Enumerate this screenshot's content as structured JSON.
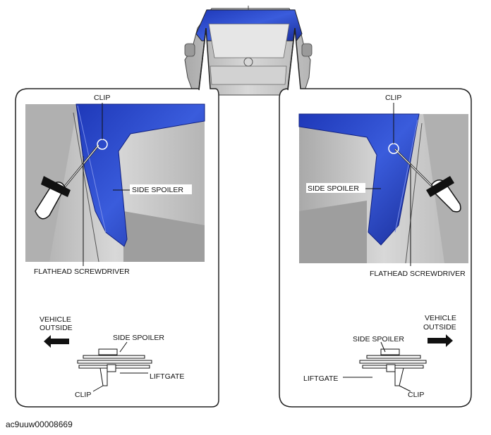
{
  "caption": "ac9uuw00008669",
  "left_panel": {
    "clip_label": "CLIP",
    "spoiler_label": "SIDE SPOILER",
    "screwdriver_label": "FLATHEAD SCREWDRIVER",
    "direction_label_1": "VEHICLE",
    "direction_label_2": "OUTSIDE",
    "section_spoiler_label": "SIDE SPOILER",
    "section_liftgate_label": "LIFTGATE",
    "section_clip_label": "CLIP"
  },
  "right_panel": {
    "clip_label": "CLIP",
    "spoiler_label": "SIDE SPOILER",
    "screwdriver_label": "FLATHEAD SCREWDRIVER",
    "direction_label_1": "VEHICLE",
    "direction_label_2": "OUTSIDE",
    "section_spoiler_label": "SIDE SPOILER",
    "section_liftgate_label": "LIFTGATE",
    "section_clip_label": "CLIP"
  },
  "colors": {
    "spoiler_blue": "#2f4fd0",
    "photo_gray": "#c4c4c4",
    "outline": "#222222"
  }
}
